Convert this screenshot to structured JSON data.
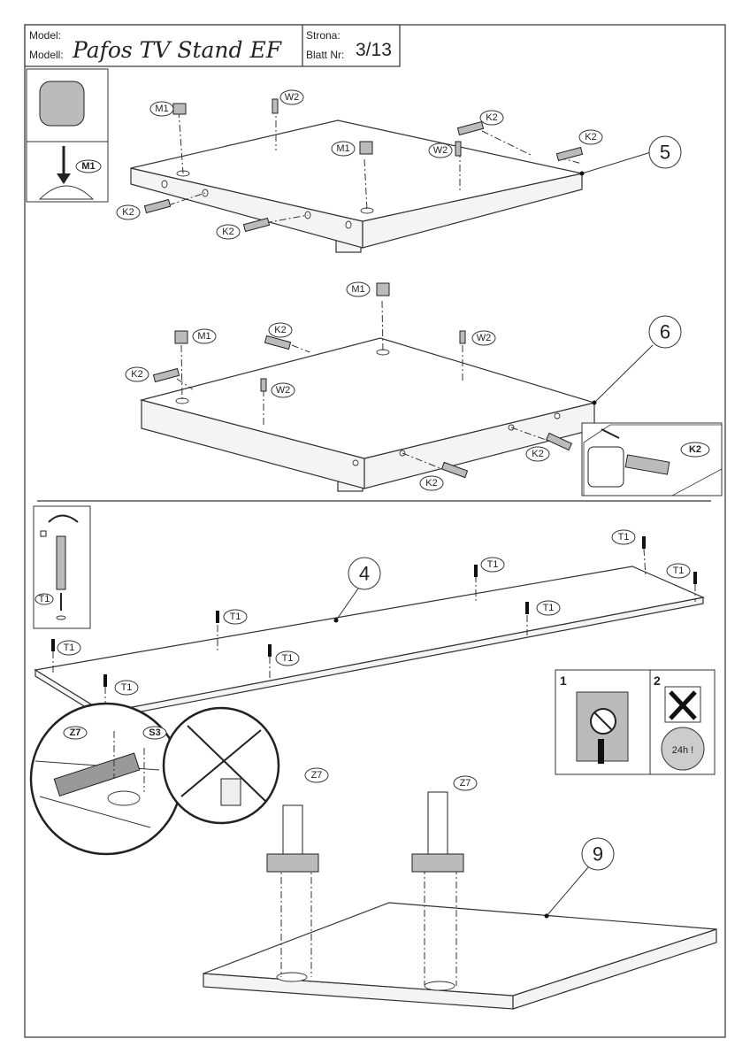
{
  "header": {
    "model_label_1": "Model:",
    "model_label_2": "Modell:",
    "model_name": "Pafos TV Stand EF",
    "page_label_1": "Strona:",
    "page_label_2": "Blatt Nr:",
    "page_number": "3/13"
  },
  "steps": {
    "s5": "5",
    "s6": "6",
    "s4": "4",
    "s9": "9"
  },
  "parts": {
    "M1": "M1",
    "W2": "W2",
    "K2": "K2",
    "T1": "T1",
    "Z7": "Z7",
    "S3": "S3"
  },
  "warning": {
    "panel1": "1",
    "panel2": "2",
    "wait_time": "24h !"
  }
}
